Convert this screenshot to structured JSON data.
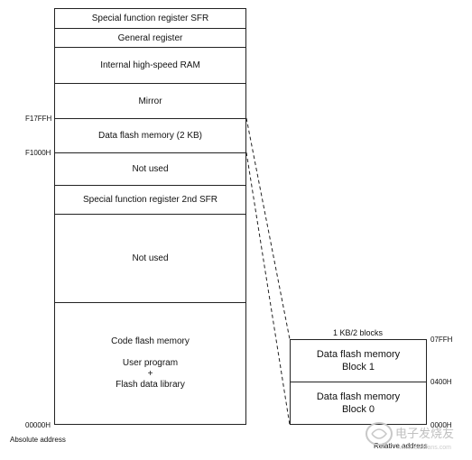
{
  "memory_map": {
    "regions": [
      {
        "label": "Special function register SFR"
      },
      {
        "label": "General register"
      },
      {
        "label": "Internal high-speed RAM"
      },
      {
        "label": "Mirror"
      },
      {
        "label": "Data flash memory (2 KB)"
      },
      {
        "label": "Not used"
      },
      {
        "label": "Special function register 2nd SFR"
      },
      {
        "label": "Not used"
      },
      {
        "label_lines": [
          "Code flash memory",
          "User program",
          "+",
          "Flash data library"
        ]
      }
    ],
    "addresses": {
      "data_flash_top": "F17FFH",
      "data_flash_bottom": "F1000H",
      "base": "00000H"
    },
    "footer": "Absolute address"
  },
  "data_flash_blocks": {
    "caption": "1 KB/2 blocks",
    "blocks": [
      {
        "line1": "Data flash memory",
        "line2": "Block 1",
        "top_address": "07FFH"
      },
      {
        "line1": "Data flash memory",
        "line2": "Block 0",
        "top_address": "0400H"
      }
    ],
    "bottom_address": "0000H",
    "footer": "Relative address"
  },
  "watermark": {
    "text": "电子发烧友",
    "site": "www.elecfans.com"
  }
}
